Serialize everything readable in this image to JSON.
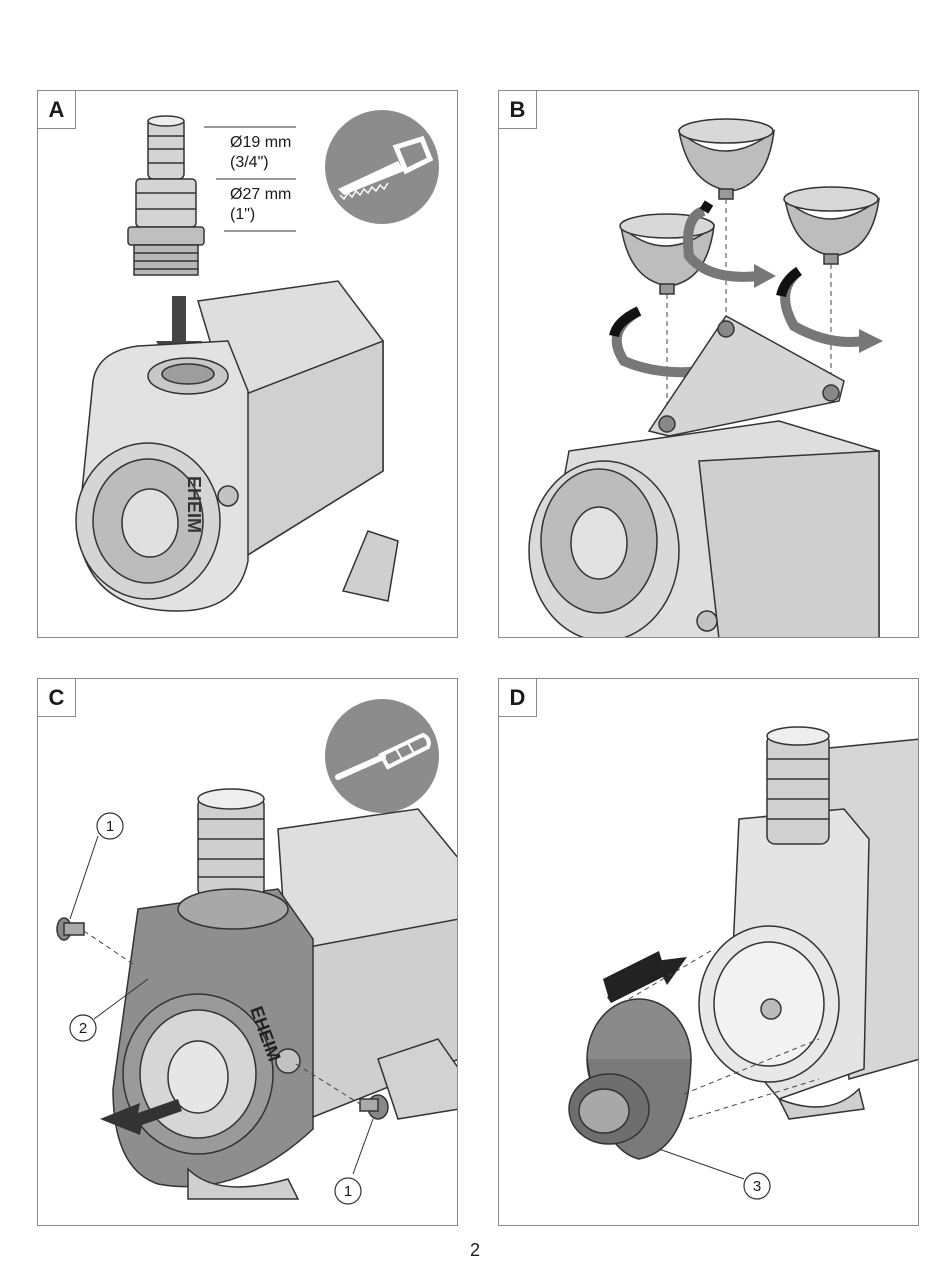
{
  "page": {
    "number": "2"
  },
  "panels": {
    "a": {
      "label": "A",
      "dim1_line1": "Ø19 mm",
      "dim1_line2": "(3/4\")",
      "dim2_line1": "Ø27 mm",
      "dim2_line2": "(1\")",
      "brand": "EHEIM"
    },
    "b": {
      "label": "B"
    },
    "c": {
      "label": "C",
      "callout_screw_top": "1",
      "callout_cover": "2",
      "callout_screw_bottom": "1",
      "brand": "EHEIM"
    },
    "d": {
      "label": "D",
      "callout_adapter": "3"
    }
  },
  "icons": [
    "saw-icon",
    "screwdriver-icon"
  ],
  "colors": {
    "border": "#8a8a8a",
    "tool_circle": "#8c8c8c",
    "arrow": "#444444",
    "pump_body": "#d9d9d9"
  }
}
